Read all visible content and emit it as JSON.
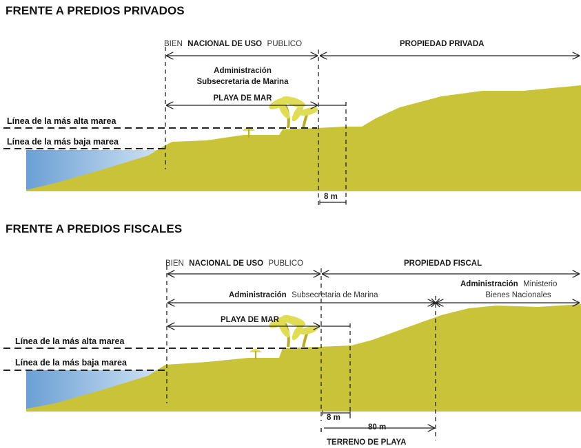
{
  "colors": {
    "land": "#c9c33a",
    "land_dark": "#b4ae2c",
    "water_light": "#cfe2f3",
    "water_dark": "#6b9fd4",
    "line": "#222222",
    "palm": "#e0dc55"
  },
  "top": {
    "title": "FRENTE A PREDIOS PRIVADOS",
    "bien_prefix": "BIEN",
    "bien_mid": "NACIONAL DE USO",
    "bien_suffix": "PUBLICO",
    "propiedad": "PROPIEDAD PRIVADA",
    "admin_line1": "Administración",
    "admin_line2": "Subsecretaria de Marina",
    "playa": "PLAYA DE MAR",
    "alta": "Línea de la más alta marea",
    "baja": "Línea de la más baja marea",
    "dist": "8 m"
  },
  "bottom": {
    "title": "FRENTE A PREDIOS FISCALES",
    "bien_prefix": "BIEN",
    "bien_mid": "NACIONAL DE USO",
    "bien_suffix": "PUBLICO",
    "propiedad": "PROPIEDAD FISCAL",
    "admin_a": "Administración",
    "admin_b": "Subsecretaria de Marina",
    "ministerio_a": "Administración",
    "ministerio_b": "Ministerio",
    "ministerio_c": "Bienes Nacionales",
    "playa": "PLAYA DE MAR",
    "alta": "Línea de la más alta marea",
    "baja": "Línea de la más baja marea",
    "dist8": "8 m",
    "dist80": "80 m",
    "terreno": "TERRENO DE PLAYA"
  }
}
